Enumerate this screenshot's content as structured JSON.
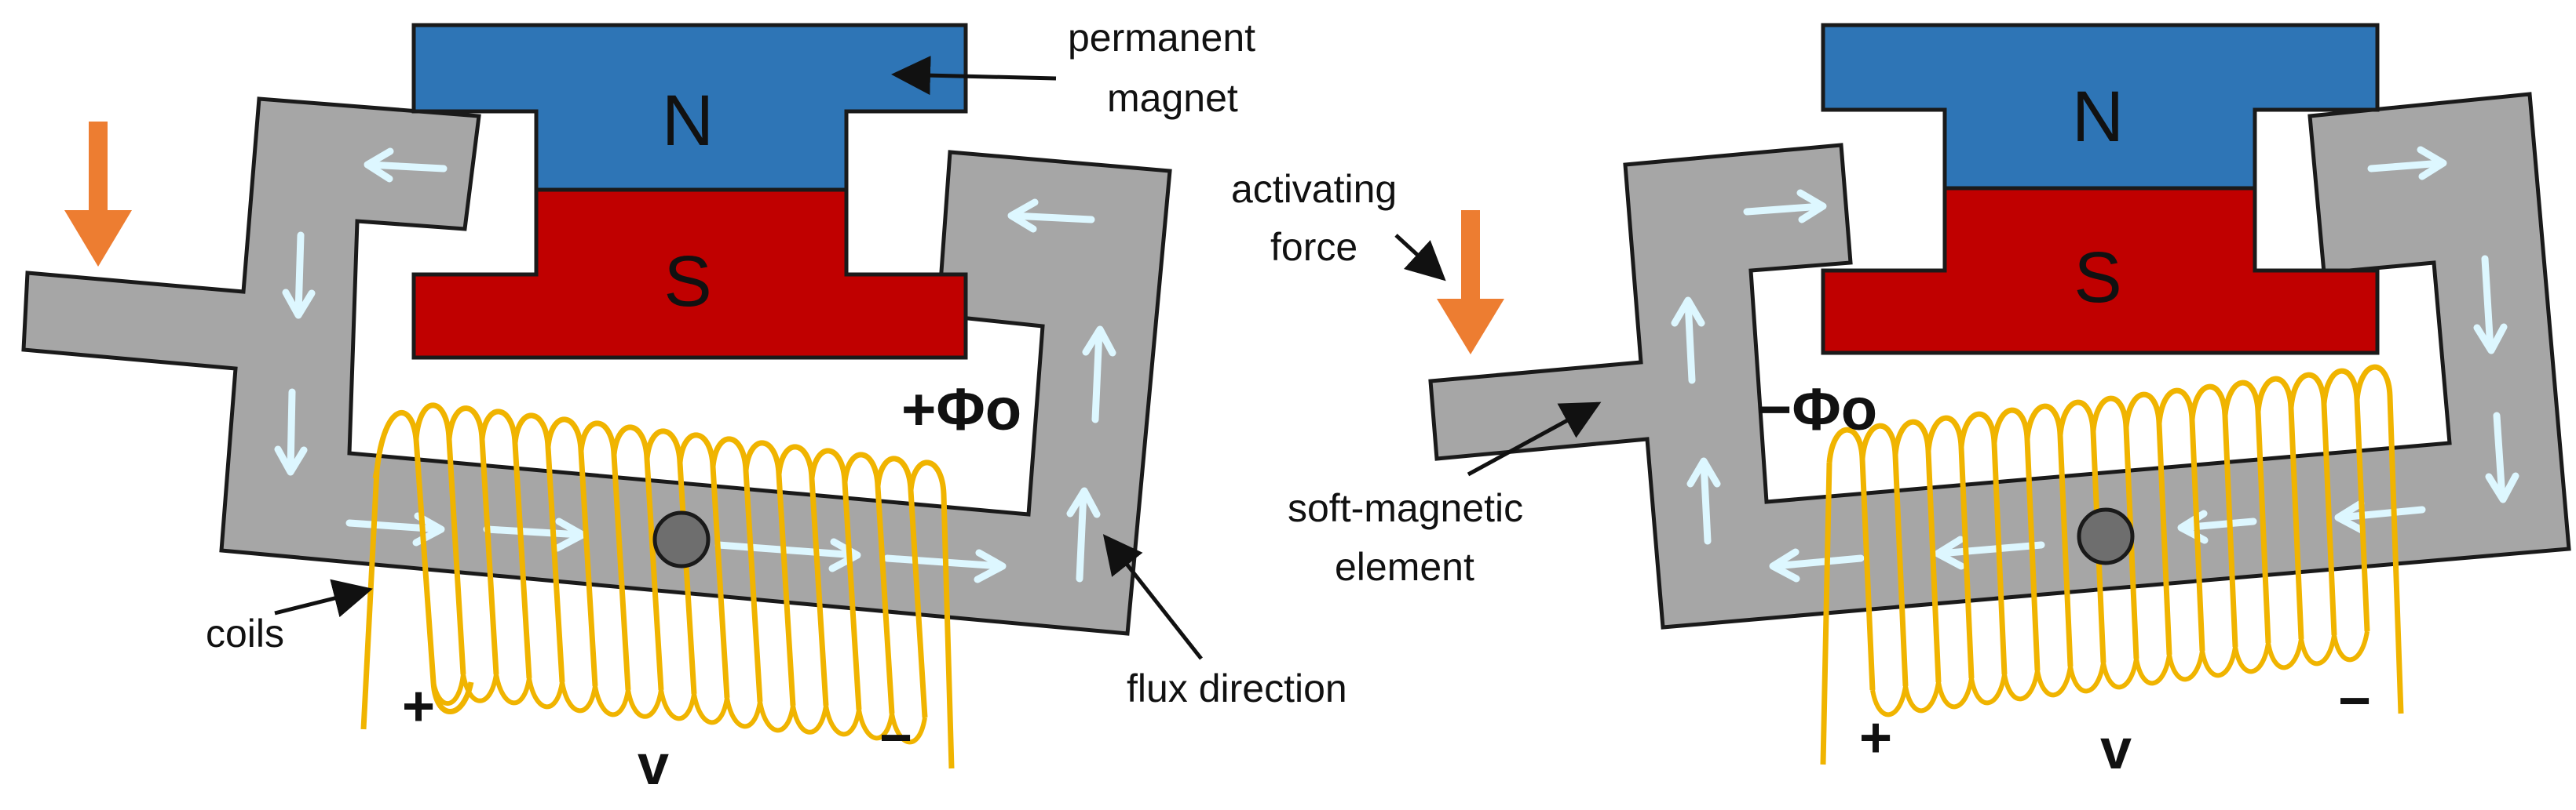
{
  "colors": {
    "north": "#2E75B6",
    "south": "#C00000",
    "core": "#A6A6A6",
    "coil": "#F0B400",
    "force_arrow": "#ED7D31",
    "flux_arrow": "#DDF7FF",
    "outline": "#1a1a1a"
  },
  "left_panel": {
    "north_label": "N",
    "south_label": "S",
    "permanent_magnet_label": [
      "permanent",
      "magnet"
    ],
    "flux_symbol": "+Φo",
    "coils_label": "coils",
    "flux_direction_label": "flux direction",
    "plus": "+",
    "v": "v",
    "minus": "−",
    "icons": [
      "activating-force-arrow",
      "pivot-icon",
      "flux-arrow-icon"
    ]
  },
  "right_panel": {
    "north_label": "N",
    "south_label": "S",
    "activating_force_label": [
      "activating",
      "force"
    ],
    "flux_symbol": "−Φo",
    "soft_magnetic_label": [
      "soft-magnetic",
      "element"
    ],
    "plus": "+",
    "v": "v",
    "minus": "−"
  }
}
